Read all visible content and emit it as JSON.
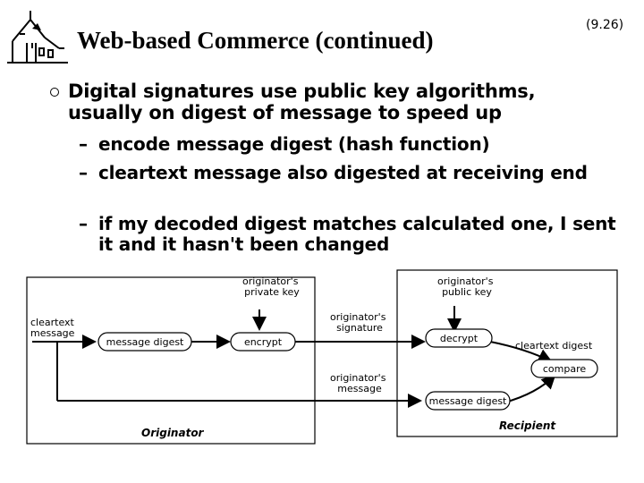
{
  "slide": {
    "title": "Web-based Commerce (continued)",
    "number": "(9.26)"
  },
  "bullet": {
    "line1": "Digital signatures use public key algorithms,",
    "line2": "usually on digest of message to speed up"
  },
  "subbullets": [
    {
      "dash": "–",
      "text": "encode message digest (hash function)"
    },
    {
      "dash": "–",
      "text": "cleartext message also digested at receiving end"
    },
    {
      "dash": "–",
      "text": "if my decoded digest matches calculated one, I sent it and it hasn't been changed"
    }
  ],
  "diagram": {
    "cleartext_input": [
      "cleartext",
      "message"
    ],
    "originator_private_key": [
      "originator's",
      "private key"
    ],
    "message_digest": "message digest",
    "encrypt": "encrypt",
    "originator_signature": [
      "originator's",
      "signature"
    ],
    "originator_message": [
      "originator's",
      "message"
    ],
    "originator_public_key": [
      "originator's",
      "public key"
    ],
    "decrypt": "decrypt",
    "cleartext_digest": "cleartext digest",
    "compare": "compare",
    "message_digest_recipient": "message digest",
    "originator_label": "Originator",
    "recipient_label": "Recipient"
  }
}
